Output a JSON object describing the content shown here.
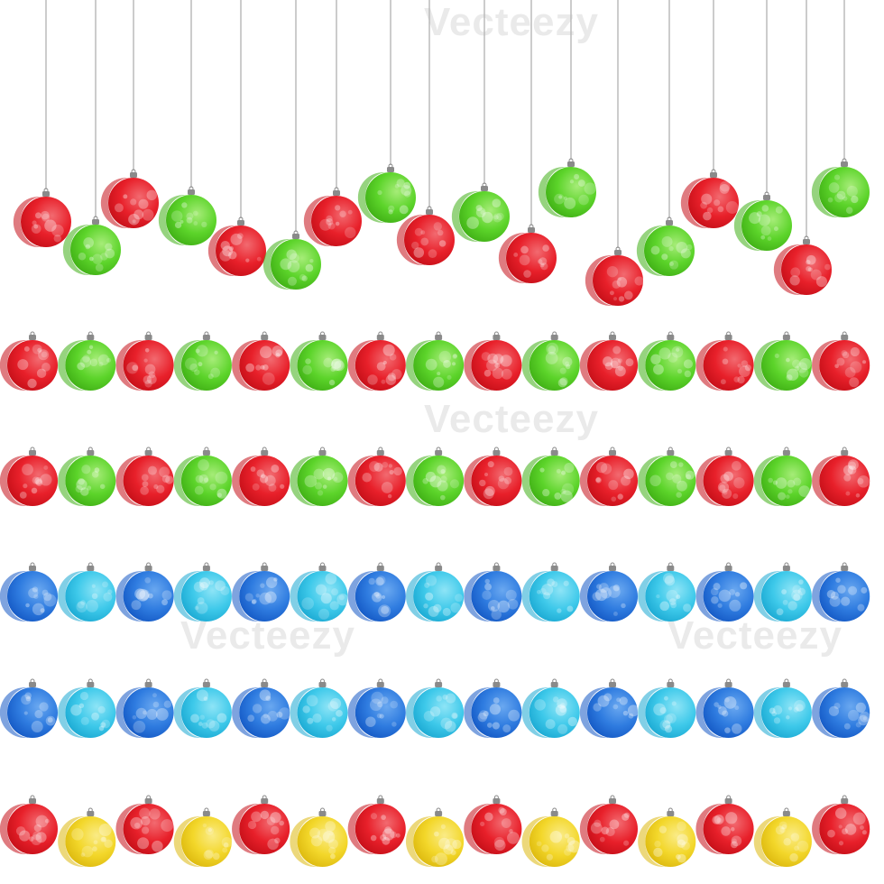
{
  "watermark": {
    "text": "Vecteezy"
  },
  "colors": {
    "background": "#ffffff",
    "red": {
      "base": "#e8202a",
      "dark": "#c40f18",
      "light": "#f26a70"
    },
    "green": {
      "base": "#5cd42a",
      "dark": "#3fae15",
      "light": "#a6ec78"
    },
    "blue": {
      "base": "#2f7ce0",
      "dark": "#1458c4",
      "light": "#6aa8f0"
    },
    "cyan": {
      "base": "#3ec9ea",
      "dark": "#1aa8d2",
      "light": "#8ee4f6"
    },
    "yellow": {
      "base": "#f3d72a",
      "dark": "#dcb80e",
      "light": "#faeb86"
    },
    "cap": "#8a8a8a",
    "string": "#9a9a9a"
  },
  "rows": [
    {
      "name": "hanging-row",
      "pattern": [
        "red",
        "green"
      ],
      "count": 18,
      "hanging": true
    },
    {
      "name": "row-red-green-1",
      "pattern": [
        "red",
        "green"
      ],
      "count": 15
    },
    {
      "name": "row-red-green-2",
      "pattern": [
        "red",
        "green"
      ],
      "count": 15
    },
    {
      "name": "row-blue-cyan-1",
      "pattern": [
        "blue",
        "cyan"
      ],
      "count": 15
    },
    {
      "name": "row-blue-cyan-2",
      "pattern": [
        "blue",
        "cyan"
      ],
      "count": 15
    },
    {
      "name": "row-red-yellow",
      "pattern": [
        "red",
        "yellow"
      ],
      "count": 15
    }
  ]
}
